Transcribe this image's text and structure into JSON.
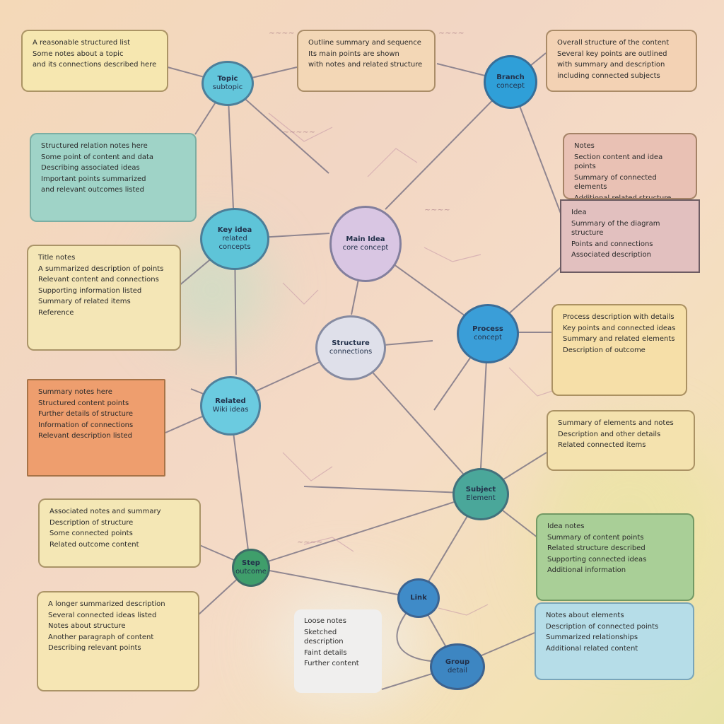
{
  "nodes": [
    {
      "id": "n1",
      "label": "Topic",
      "sub": "subtopic",
      "color": "#63c6db"
    },
    {
      "id": "n2",
      "label": "Branch",
      "sub": "concept",
      "color": "#2f9fd8"
    },
    {
      "id": "n3",
      "label": "Key idea",
      "sub": "related concepts",
      "color": "#5ec4d8"
    },
    {
      "id": "n4",
      "label": "Main Idea",
      "sub": "core concept",
      "color": "#d9c6e3"
    },
    {
      "id": "n5",
      "label": "Structure",
      "sub": "connections",
      "color": "#dfe0ea"
    },
    {
      "id": "n6",
      "label": "Process",
      "sub": "concept",
      "color": "#3a9ed8"
    },
    {
      "id": "n7",
      "label": "Related",
      "sub": "Wiki ideas",
      "color": "#6bcbe0"
    },
    {
      "id": "n8",
      "label": "Subject",
      "sub": "Element",
      "color": "#4aa79a"
    },
    {
      "id": "n9",
      "label": "Step",
      "sub": "outcome",
      "color": "#3f9e6b"
    },
    {
      "id": "n10",
      "label": "Link",
      "sub": "",
      "color": "#3f8bc8"
    },
    {
      "id": "n11",
      "label": "Group",
      "sub": "detail",
      "color": "#3d86c2"
    }
  ],
  "cards": [
    {
      "id": "c1",
      "color": "#f6e7b0",
      "lines": [
        "A reasonable structured list",
        "Some notes about a topic",
        "and its connections described here"
      ]
    },
    {
      "id": "c2",
      "color": "#f3d7b6",
      "lines": [
        "Outline summary and sequence",
        "Its main points are shown",
        "with notes and related structure"
      ]
    },
    {
      "id": "c3",
      "color": "#f3d2b4",
      "lines": [
        "Overall structure of the content",
        "Several key points are outlined",
        "with summary and description",
        "including connected subjects"
      ]
    },
    {
      "id": "c4",
      "color": "#9fd3c7",
      "lines": [
        "Structured relation notes here",
        "Some point of content and data",
        "Describing associated ideas",
        "Important points summarized",
        "and relevant outcomes listed"
      ]
    },
    {
      "id": "c5",
      "color": "#e9c1b4",
      "lines": [
        "Notes",
        "Section content and idea points",
        "Summary of connected elements",
        "Additional related structure"
      ]
    },
    {
      "id": "c6",
      "color": "#e2c0bf",
      "lines": [
        "Idea",
        "Summary of the diagram structure",
        "Points and connections",
        "Associated description"
      ]
    },
    {
      "id": "c7",
      "color": "#f4e6b6",
      "lines": [
        "Title notes",
        "A summarized description of points",
        "Relevant content and connections",
        "Supporting information listed",
        "Summary of related items",
        "Reference"
      ]
    },
    {
      "id": "c8",
      "color": "#f6dfa8",
      "lines": [
        "Process description with details",
        "Key points and connected ideas",
        "Summary and related elements",
        "Description of outcome"
      ]
    },
    {
      "id": "c9",
      "color": "#ee9e6e",
      "lines": [
        "Summary notes here",
        "Structured content points",
        "Further details of structure",
        "Information of connections",
        "Relevant description listed"
      ]
    },
    {
      "id": "c10",
      "color": "#f4e2ae",
      "lines": [
        "Summary of elements and notes",
        "Description and other details",
        "Related connected items"
      ]
    },
    {
      "id": "c11",
      "color": "#f4e7b5",
      "lines": [
        "Associated notes and summary",
        "Description of structure",
        "Some connected points",
        "Related outcome content"
      ]
    },
    {
      "id": "c12",
      "color": "#a9cf97",
      "lines": [
        "Idea notes",
        "Summary of content points",
        "Related structure described",
        "Supporting connected ideas",
        "Additional information"
      ]
    },
    {
      "id": "c13",
      "color": "#f6e6b4",
      "lines": [
        "A longer summarized description",
        "Several connected ideas listed",
        "Notes about structure",
        "Another paragraph of content",
        "Describing relevant points"
      ]
    },
    {
      "id": "c14",
      "color": "#b6dde8",
      "lines": [
        "Notes about elements",
        "Description of connected points",
        "Summarized relationships",
        "Additional related content"
      ]
    },
    {
      "id": "c15",
      "color": "#f0efee",
      "lines": [
        "Loose notes",
        "Sketched description",
        "Faint details",
        "Further content"
      ]
    }
  ]
}
